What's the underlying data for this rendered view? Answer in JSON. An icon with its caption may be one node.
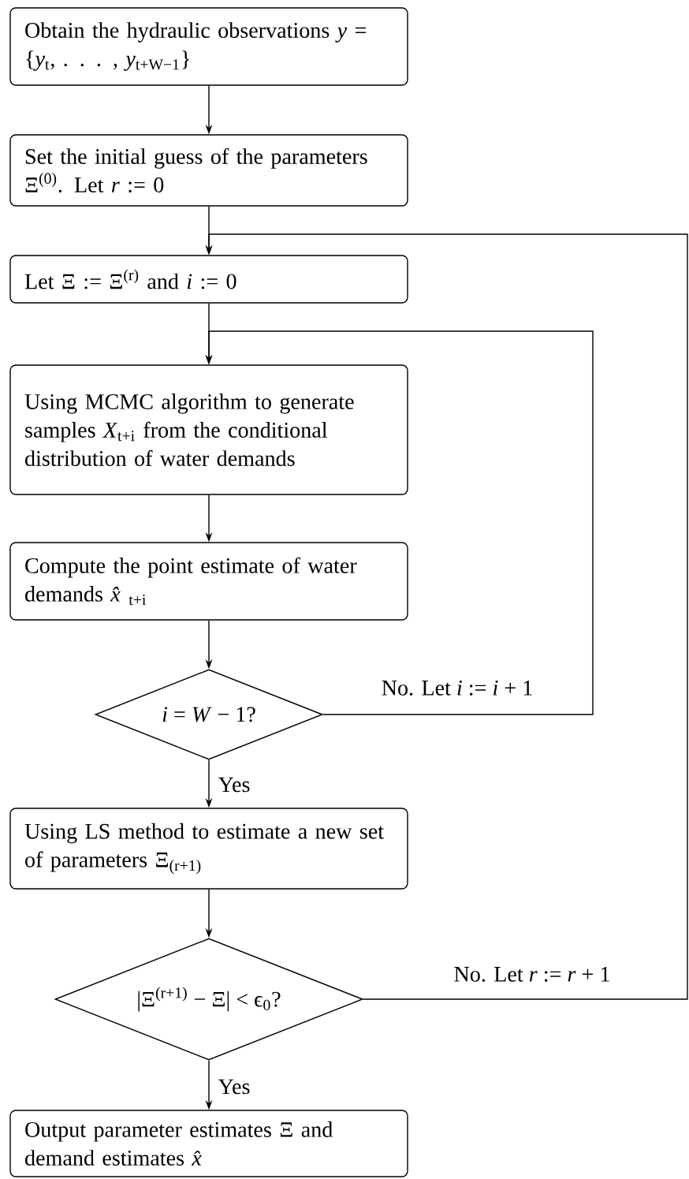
{
  "diagram": {
    "nodes": [
      {
        "text": [
          "Obtain the hydraulic observations *y* = {*y*$_{t}$, . . . , *y*$_{t+W−1}$}"
        ]
      },
      {
        "text": [
          "Set the initial guess of the parameters Ξ$^{(0)}$. Let *r* := 0"
        ]
      },
      {
        "text": [
          "Let Ξ := Ξ$^{(r)}$ and *i* := 0"
        ]
      },
      {
        "text": [
          "Using MCMC algorithm to generate samples *X*$_{t+i}$ from the conditional distribution of water demands"
        ]
      },
      {
        "text": [
          "Compute the point estimate of water demands *x̂*$_{t+i}$"
        ]
      },
      {
        "text": [
          "*i* = *W* − 1?"
        ]
      },
      {
        "text": [
          "Using LS method to estimate a new set of parameters Ξ$_{(r+1)}$"
        ]
      },
      {
        "text": [
          "|Ξ$^{(r+1)}$ − Ξ| < ϵ$_{0}$?"
        ]
      },
      {
        "text": [
          "Output parameter estimates Ξ and demand estimates *x̂*"
        ]
      }
    ],
    "edges": [
      {
        "from": 0,
        "to": 1,
        "arrow": "to"
      },
      {
        "from": 1,
        "to": 2,
        "arrow": "to"
      },
      {
        "from": 2,
        "to": 3,
        "arrow": "to"
      },
      {
        "from": 3,
        "to": 4,
        "arrow": "to"
      },
      {
        "from": 4,
        "to": 5,
        "arrow": "to"
      },
      {
        "from": 5,
        "to": 6,
        "arrow": "to",
        "label": "Yes"
      },
      {
        "from": 5,
        "to": 3,
        "arrow": "to",
        "label": "No. Let *i* := *i* + 1"
      },
      {
        "from": 6,
        "to": 7,
        "arrow": "to"
      },
      {
        "from": 7,
        "to": 8,
        "arrow": "to",
        "label": "Yes"
      },
      {
        "from": 7,
        "to": 2,
        "arrow": "to",
        "label": "No. Let *r* := *r* + 1"
      }
    ]
  }
}
